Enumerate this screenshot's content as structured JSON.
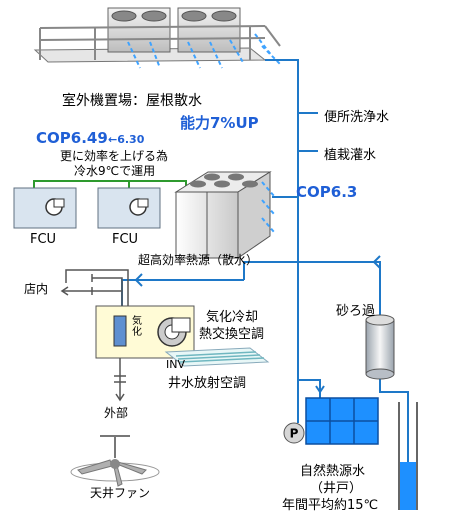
{
  "labels": {
    "rooftop": "室外機置場：屋根散水",
    "toilet": "便所洗浄水",
    "planting": "植栽灌水",
    "capacity": "能力7%UP",
    "cop_fcu_main": "COP6.49",
    "cop_fcu_arrow": "←6.30",
    "efficiency_line1": "更に効率を上げる為",
    "efficiency_line2": "冷水9℃で運用",
    "cop_chiller": "COP6.3",
    "fcu1": "FCU",
    "fcu2": "FCU",
    "chiller": "超高効率熱源（散水）",
    "store_inside": "店内",
    "vaporize": "気化",
    "evap_line1": "気化冷却",
    "evap_line2": "熱交換空調",
    "inv": "INV",
    "sand_filter": "砂ろ過",
    "radiant": "井水放射空調",
    "outside": "外部",
    "pump": "P",
    "ceiling_fan": "天井ファン",
    "natural_heat_line1": "自然熱源水",
    "natural_heat_line2": "（井戸）",
    "natural_heat_line3": "年間平均約15℃"
  },
  "colors": {
    "pipe_blue": "#1e78c8",
    "pipe_green": "#2e9a2e",
    "accent_blue": "#1f5fd6",
    "panel_blue": "#1e90ff",
    "evap_box": "#fffbd6"
  }
}
